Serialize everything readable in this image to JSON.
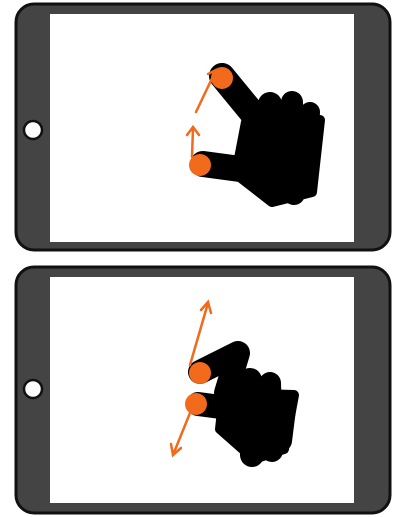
{
  "gesture_illustrations": [
    {
      "id": "pinch-open",
      "device": "tablet-landscape",
      "touch_points": 2,
      "icon": "two-finger-spread-icon"
    },
    {
      "id": "two-finger-spread-vertical",
      "device": "tablet-landscape",
      "touch_points": 2,
      "icon": "two-finger-spread-vertical-icon"
    }
  ],
  "colors": {
    "bezel": "#444444",
    "bezel_outline": "#111111",
    "screen": "#ffffff",
    "hand": "#000000",
    "touch_point": "#f26a1b",
    "arrow": "#f26a1b"
  }
}
